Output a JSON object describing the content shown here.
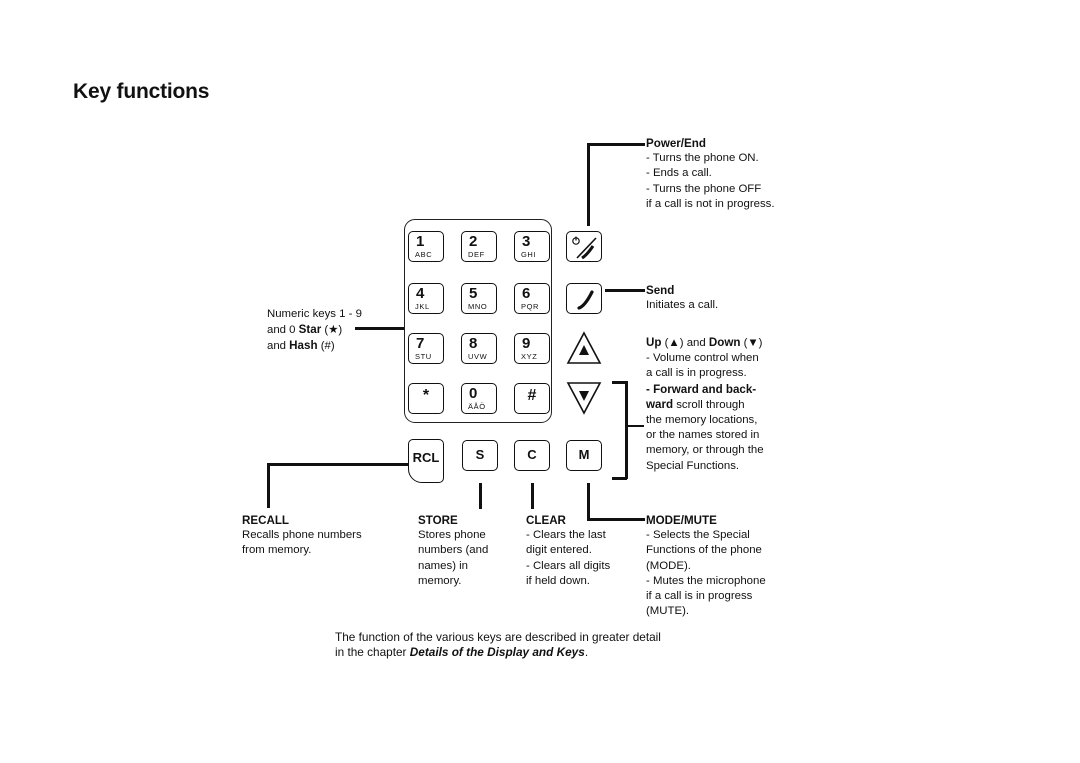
{
  "title": "Key functions",
  "keypad": {
    "keys": [
      {
        "digit": "1",
        "letters": "ABC"
      },
      {
        "digit": "2",
        "letters": "DEF"
      },
      {
        "digit": "3",
        "letters": "GHI"
      },
      {
        "digit": "4",
        "letters": "JKL"
      },
      {
        "digit": "5",
        "letters": "MNO"
      },
      {
        "digit": "6",
        "letters": "PQR"
      },
      {
        "digit": "7",
        "letters": "STU"
      },
      {
        "digit": "8",
        "letters": "UVW"
      },
      {
        "digit": "9",
        "letters": "XYZ"
      },
      {
        "digit": "*",
        "letters": ""
      },
      {
        "digit": "0",
        "letters": "ÄÅÖ"
      },
      {
        "digit": "#",
        "letters": ""
      }
    ],
    "bottom_keys": [
      "RCL",
      "S",
      "C",
      "M"
    ]
  },
  "labels": {
    "power_end": {
      "heading": "Power/End",
      "lines": [
        "- Turns the phone ON.",
        "- Ends a call.",
        "- Turns the phone OFF",
        "if a call is not in progress."
      ]
    },
    "send": {
      "heading": "Send",
      "lines": [
        "Initiates a call."
      ]
    },
    "up_down": {
      "heading_up": "Up",
      "up_symbol": "(▲)",
      "and": "and",
      "heading_down": "Down",
      "down_symbol": "(▼)",
      "lines": [
        "- Volume control when",
        "a call is in progress."
      ],
      "forward_bold_1": "- Forward and back-",
      "forward_bold_2": "ward",
      "forward_rest_2": " scroll through",
      "forward_lines": [
        "the memory locations,",
        "or the names stored in",
        "memory, or through the",
        "Special Functions."
      ]
    },
    "numeric": {
      "line1": "Numeric keys 1 - 9",
      "line2_prefix": "and 0 ",
      "line2_bold": "Star",
      "line2_suffix": " (★)",
      "line3_prefix": "and ",
      "line3_bold": "Hash",
      "line3_suffix": " (#)"
    },
    "recall": {
      "heading": "RECALL",
      "lines": [
        "Recalls phone numbers",
        "from memory."
      ]
    },
    "store": {
      "heading": "STORE",
      "lines": [
        "Stores phone",
        "numbers (and",
        "names) in",
        "memory."
      ]
    },
    "clear": {
      "heading": "CLEAR",
      "lines": [
        "- Clears the last",
        "digit entered.",
        "- Clears all digits",
        "if held down."
      ]
    },
    "mode_mute": {
      "heading": "MODE/MUTE",
      "lines": [
        "- Selects the Special",
        "Functions of the phone",
        "(MODE).",
        "- Mutes the microphone",
        "if a call is in progress",
        "(MUTE)."
      ]
    }
  },
  "footer": {
    "line1": "The function of the various keys are described in greater detail",
    "line2_prefix": "in the chapter ",
    "line2_italic": "Details of the Display and Keys",
    "line2_suffix": "."
  }
}
